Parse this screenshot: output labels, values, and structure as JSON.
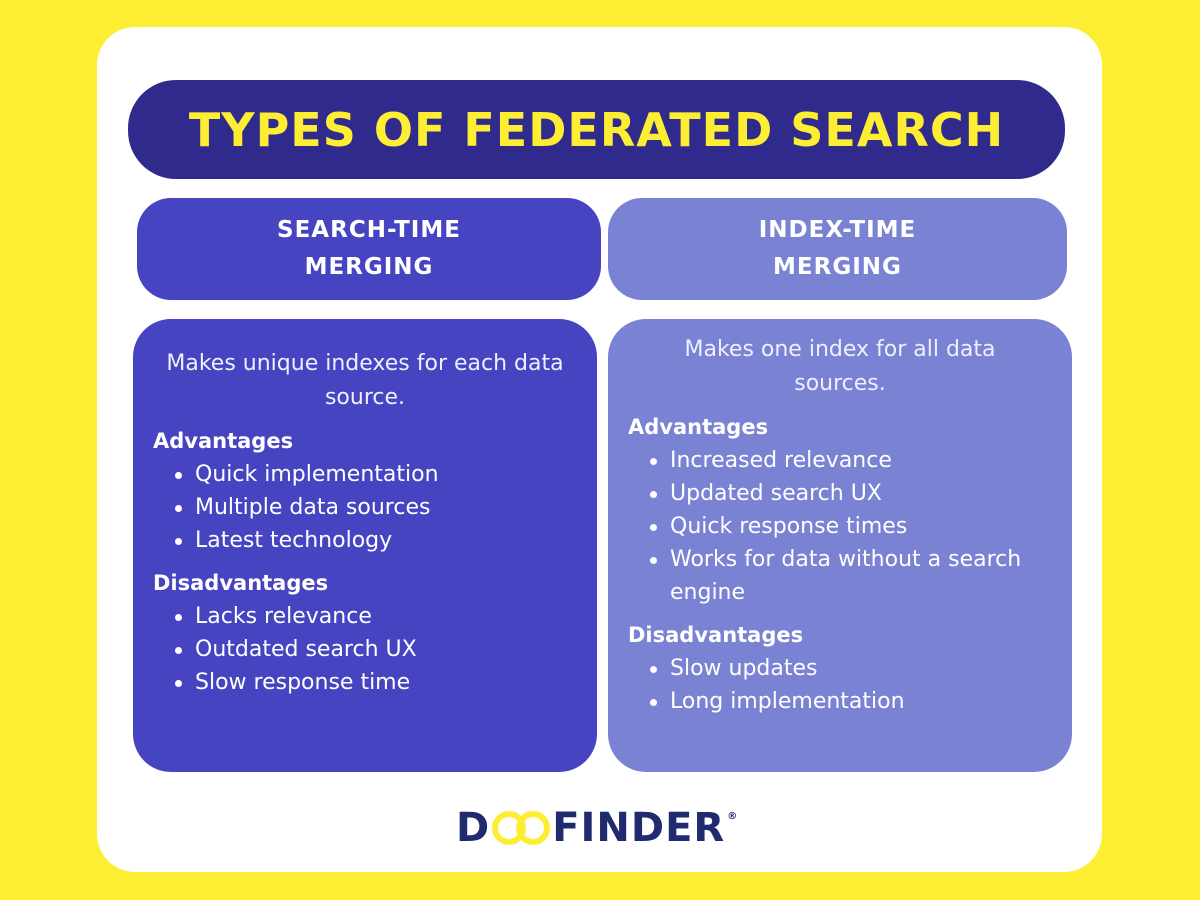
{
  "title": "TYPES OF FEDERATED SEARCH",
  "columns": [
    {
      "header_line1": "SEARCH-TIME",
      "header_line2": "MERGING",
      "description": "Makes unique indexes for each data source.",
      "advantages_label": "Advantages",
      "advantages": [
        "Quick implementation",
        "Multiple data sources",
        "Latest technology"
      ],
      "disadvantages_label": "Disadvantages",
      "disadvantages": [
        "Lacks relevance",
        "Outdated search UX",
        "Slow response time"
      ]
    },
    {
      "header_line1": "INDEX-TIME",
      "header_line2": "MERGING",
      "description": "Makes one index for all data sources.",
      "advantages_label": "Advantages",
      "advantages": [
        "Increased relevance",
        "Updated search UX",
        "Quick response times",
        "Works for data without a search engine"
      ],
      "disadvantages_label": "Disadvantages",
      "disadvantages": [
        "Slow updates",
        "Long implementation"
      ]
    }
  ],
  "logo": {
    "prefix": "D",
    "suffix": "FINDER",
    "registered": "®"
  },
  "colors": {
    "background": "#fdee33",
    "title_bar": "#2f2a8c",
    "left_column": "#4744c2",
    "right_column": "#7a82d4",
    "logo_text": "#1f2b6e"
  }
}
